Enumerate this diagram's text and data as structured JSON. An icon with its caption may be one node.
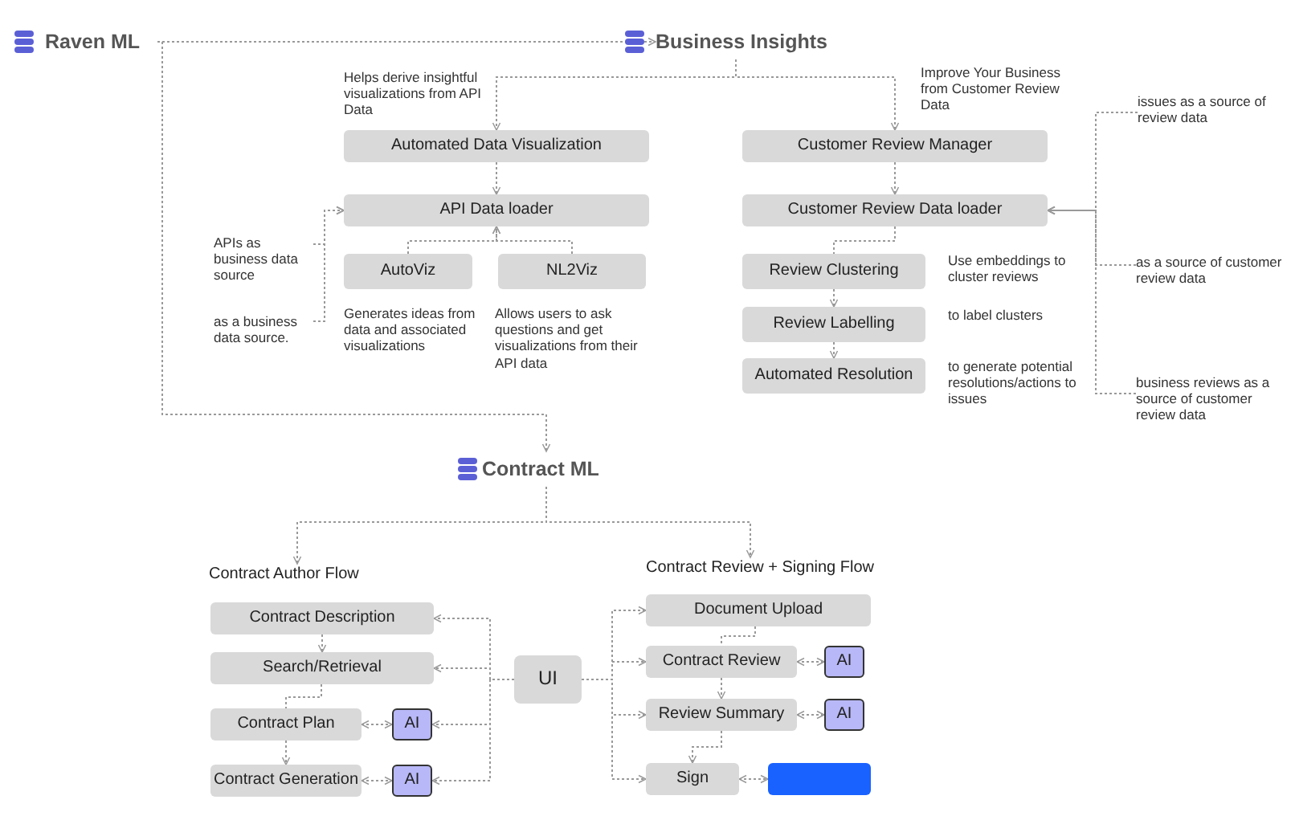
{
  "diagram": {
    "nodes": [
      {
        "text": [
          "Raven ML"
        ]
      },
      {
        "text": [
          "Business Insights"
        ]
      },
      {
        "text": [
          "Automated Data Visualization"
        ],
        "beside": [
          "Helps derive insightful visualizations from API Data"
        ]
      },
      {
        "text": [
          "API Data loader"
        ]
      },
      {
        "text": [
          "AutoViz"
        ],
        "beside": [
          "Generates ideas from data and associated visualizations"
        ]
      },
      {
        "text": [
          "NL2Viz"
        ],
        "beside": [
          "Allows users to ask questions and get visualizations from their API data"
        ]
      },
      {
        "text": [
          "APIs as business data source"
        ]
      },
      {
        "text": [
          "as a business data source."
        ]
      },
      {
        "text": [
          "Customer Review Manager"
        ],
        "beside": [
          "Improve Your Business from Customer Review Data"
        ]
      },
      {
        "text": [
          "Customer Review Data loader"
        ]
      },
      {
        "text": [
          "Review Clustering"
        ],
        "beside": [
          "Use embeddings to cluster reviews"
        ]
      },
      {
        "text": [
          "Review Labelling"
        ],
        "beside": [
          "to label clusters"
        ]
      },
      {
        "text": [
          "Automated Resolution"
        ],
        "beside": [
          "to generate potential resolutions/actions to issues"
        ]
      },
      {
        "text": [
          "issues as a source of review data"
        ]
      },
      {
        "text": [
          "as a source of customer review data"
        ]
      },
      {
        "text": [
          "business reviews as a source of customer review data"
        ]
      },
      {
        "text": [
          "Contract ML"
        ]
      },
      {
        "text": [
          "Contract Author Flow"
        ]
      },
      {
        "text": [
          "Contract Review + Signing Flow"
        ]
      },
      {
        "text": [
          "Contract Description"
        ]
      },
      {
        "text": [
          "Search/Retrieval"
        ]
      },
      {
        "text": [
          "Contract Plan"
        ]
      },
      {
        "text": [
          "AI"
        ]
      },
      {
        "text": [
          "Contract Generation"
        ]
      },
      {
        "text": [
          "AI"
        ]
      },
      {
        "text": [
          "UI"
        ]
      },
      {
        "text": [
          "Document Upload"
        ]
      },
      {
        "text": [
          "Contract Review"
        ]
      },
      {
        "text": [
          "AI"
        ]
      },
      {
        "text": [
          "Review Summary"
        ]
      },
      {
        "text": [
          "AI"
        ]
      },
      {
        "text": [
          "Sign"
        ]
      },
      {
        "text": [],
        "shape": "box"
      }
    ],
    "edges": [
      {
        "from": 0,
        "to": 1,
        "arrow": "to",
        "style": "dashed"
      },
      {
        "from": 0,
        "to": 16,
        "arrow": "to",
        "style": "dashed"
      },
      {
        "from": 1,
        "to": 2,
        "arrow": "to",
        "style": "dashed"
      },
      {
        "from": 1,
        "to": 8,
        "arrow": "to",
        "style": "dashed"
      },
      {
        "from": 2,
        "to": 3,
        "arrow": "to",
        "style": "dashed"
      },
      {
        "from": 4,
        "to": 3,
        "arrow": "to",
        "style": "dashed"
      },
      {
        "from": 5,
        "to": 3,
        "arrow": "to",
        "style": "dashed"
      },
      {
        "from": 6,
        "to": 3,
        "arrow": "to",
        "style": "dashed"
      },
      {
        "from": 7,
        "to": 3,
        "arrow": "to",
        "style": "dashed"
      },
      {
        "from": 8,
        "to": 9,
        "arrow": "to",
        "style": "dashed"
      },
      {
        "from": 9,
        "to": 10,
        "arrow": "none",
        "style": "dashed"
      },
      {
        "from": 10,
        "to": 11,
        "arrow": "to",
        "style": "dashed"
      },
      {
        "from": 11,
        "to": 12,
        "arrow": "to",
        "style": "dashed"
      },
      {
        "from": 13,
        "to": 9,
        "arrow": "to",
        "style": "dashed"
      },
      {
        "from": 14,
        "to": 9,
        "arrow": "to",
        "style": "dashed"
      },
      {
        "from": 15,
        "to": 9,
        "arrow": "to",
        "style": "dashed"
      },
      {
        "from": 16,
        "to": 17,
        "arrow": "to",
        "style": "dashed"
      },
      {
        "from": 16,
        "to": 18,
        "arrow": "to",
        "style": "dashed"
      },
      {
        "from": 19,
        "to": 20,
        "arrow": "to",
        "style": "dashed"
      },
      {
        "from": 20,
        "to": 21,
        "arrow": "none",
        "style": "dashed"
      },
      {
        "from": 21,
        "to": 22,
        "arrow": "both",
        "style": "dashed"
      },
      {
        "from": 21,
        "to": 23,
        "arrow": "to",
        "style": "dashed"
      },
      {
        "from": 23,
        "to": 24,
        "arrow": "both",
        "style": "dashed"
      },
      {
        "from": 25,
        "to": 19,
        "arrow": "to",
        "style": "dashed"
      },
      {
        "from": 25,
        "to": 20,
        "arrow": "to",
        "style": "dashed"
      },
      {
        "from": 25,
        "to": 22,
        "arrow": "to",
        "style": "dashed"
      },
      {
        "from": 25,
        "to": 24,
        "arrow": "to",
        "style": "dashed"
      },
      {
        "from": 25,
        "to": 26,
        "arrow": "to",
        "style": "dashed"
      },
      {
        "from": 25,
        "to": 27,
        "arrow": "to",
        "style": "dashed"
      },
      {
        "from": 25,
        "to": 29,
        "arrow": "to",
        "style": "dashed"
      },
      {
        "from": 25,
        "to": 31,
        "arrow": "to",
        "style": "dashed"
      },
      {
        "from": 26,
        "to": 27,
        "arrow": "none",
        "style": "dashed"
      },
      {
        "from": 27,
        "to": 28,
        "arrow": "both",
        "style": "dashed"
      },
      {
        "from": 27,
        "to": 29,
        "arrow": "to",
        "style": "dashed"
      },
      {
        "from": 29,
        "to": 30,
        "arrow": "both",
        "style": "dashed"
      },
      {
        "from": 29,
        "to": 31,
        "arrow": "to",
        "style": "dashed"
      },
      {
        "from": 31,
        "to": 32,
        "arrow": "both",
        "style": "dashed"
      }
    ]
  }
}
